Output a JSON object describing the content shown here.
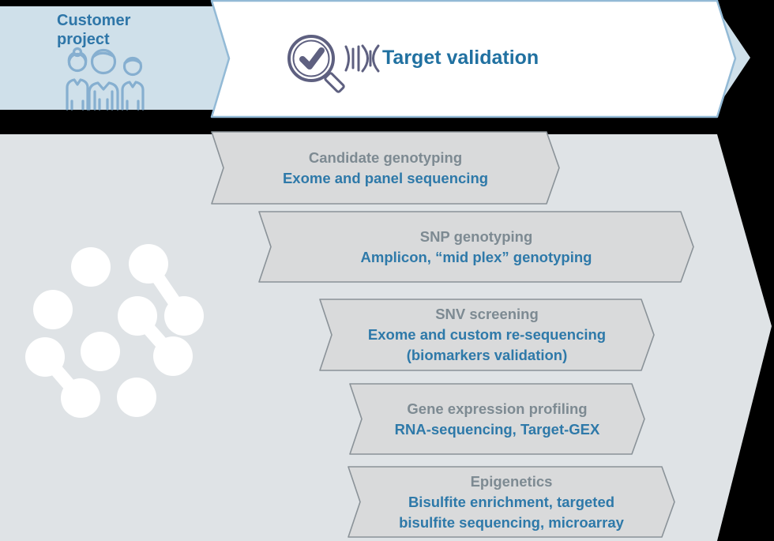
{
  "banner": {
    "customer_project_label": "Customer\nproject",
    "target_validation_label": "Target validation"
  },
  "steps": [
    {
      "title": "Candidate genotyping",
      "subtitle": "Exome and panel sequencing"
    },
    {
      "title": "SNP genotyping",
      "subtitle": "Amplicon, “mid plex” genotyping"
    },
    {
      "title": "SNV screening",
      "subtitle": "Exome and custom re-sequencing\n(biomarkers validation)"
    },
    {
      "title": "Gene expression profiling",
      "subtitle": "RNA-sequencing, Target-GEX"
    },
    {
      "title": "Epigenetics",
      "subtitle": "Bisulfite enrichment, targeted\nbisulfite sequencing, microarray"
    }
  ],
  "icons": {
    "customer": "people-group-icon",
    "target": "magnifier-check-icon",
    "dna": "dna-helix-icon",
    "background": "molecule-network-icon"
  },
  "colors": {
    "band_blue": "#cfe0ea",
    "band_border_blue": "#93bad6",
    "customer_text_blue": "#2e76a8",
    "target_text_blue": "#2171a1",
    "icon_slate": "#5e6080",
    "people_icon_blue": "#86afd0",
    "background_gray": "#dfe3e6",
    "chevron_fill_gray": "#d9dadb",
    "chevron_border_gray": "#8a9298",
    "step_title_gray": "#7d8a92",
    "step_subtitle_blue": "#2e79a9",
    "white": "#ffffff"
  }
}
